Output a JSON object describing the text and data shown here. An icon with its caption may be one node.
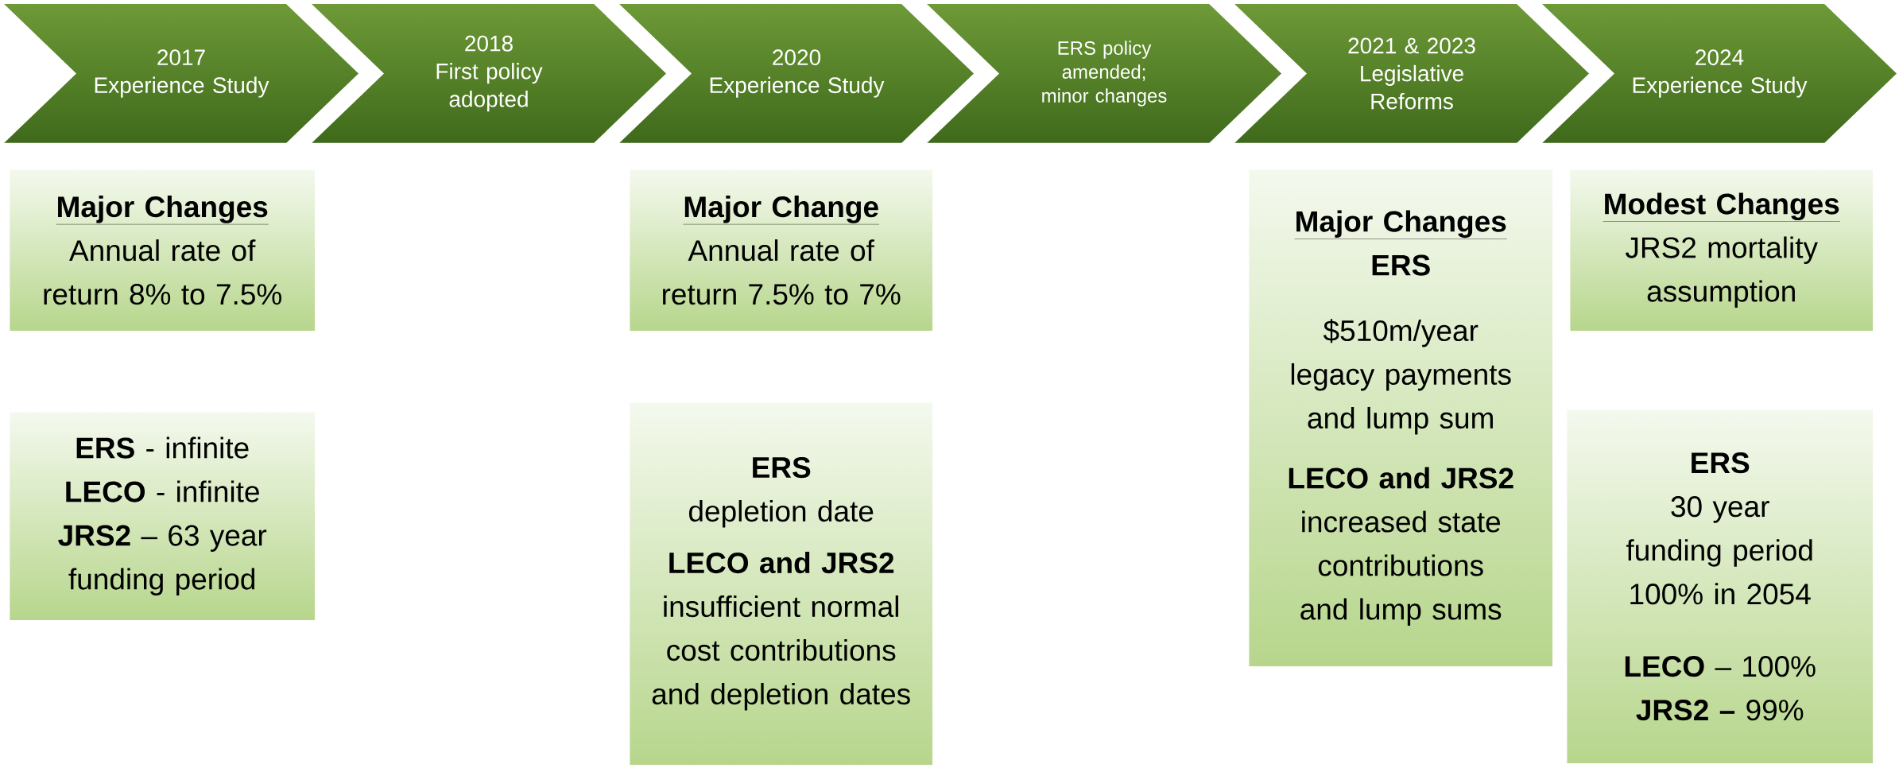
{
  "diagram": {
    "nodes": [
      {
        "text": [
          "2017",
          "Experience Study"
        ]
      },
      {
        "text": [
          "2018",
          "First policy adopted"
        ]
      },
      {
        "text": [
          "2020",
          "Experience Study"
        ]
      },
      {
        "text": [
          "ERS policy amended; minor changes"
        ]
      },
      {
        "text": [
          "2021 & 2023",
          "Legislative Reforms"
        ]
      },
      {
        "text": [
          "2024",
          "Experience Study"
        ]
      },
      {
        "text": [
          "Major Changes",
          "Annual rate of return 8% to 7.5%"
        ]
      },
      {
        "text": [
          "**ERS** - infinite",
          "**LECO** - infinite",
          "**JRS2** – 63 year funding period"
        ]
      },
      {
        "text": [
          "Major Change",
          "Annual rate of return 7.5% to 7%"
        ]
      },
      {
        "text": [
          "ERS",
          "depletion date",
          "LECO and JRS2",
          "insufficient normal cost contributions and depletion dates"
        ]
      },
      {
        "text": [
          "Major Changes",
          "ERS",
          "$510m/year legacy payments and lump sum",
          "LECO and JRS2",
          "increased state contributions and lump sums"
        ]
      },
      {
        "text": [
          "Modest Changes",
          "JRS2 mortality assumption"
        ]
      },
      {
        "text": [
          "ERS",
          "30 year funding period",
          "100% in 2054",
          "**LECO** – 100%",
          "**JRS2 –** 99%"
        ]
      }
    ]
  }
}
